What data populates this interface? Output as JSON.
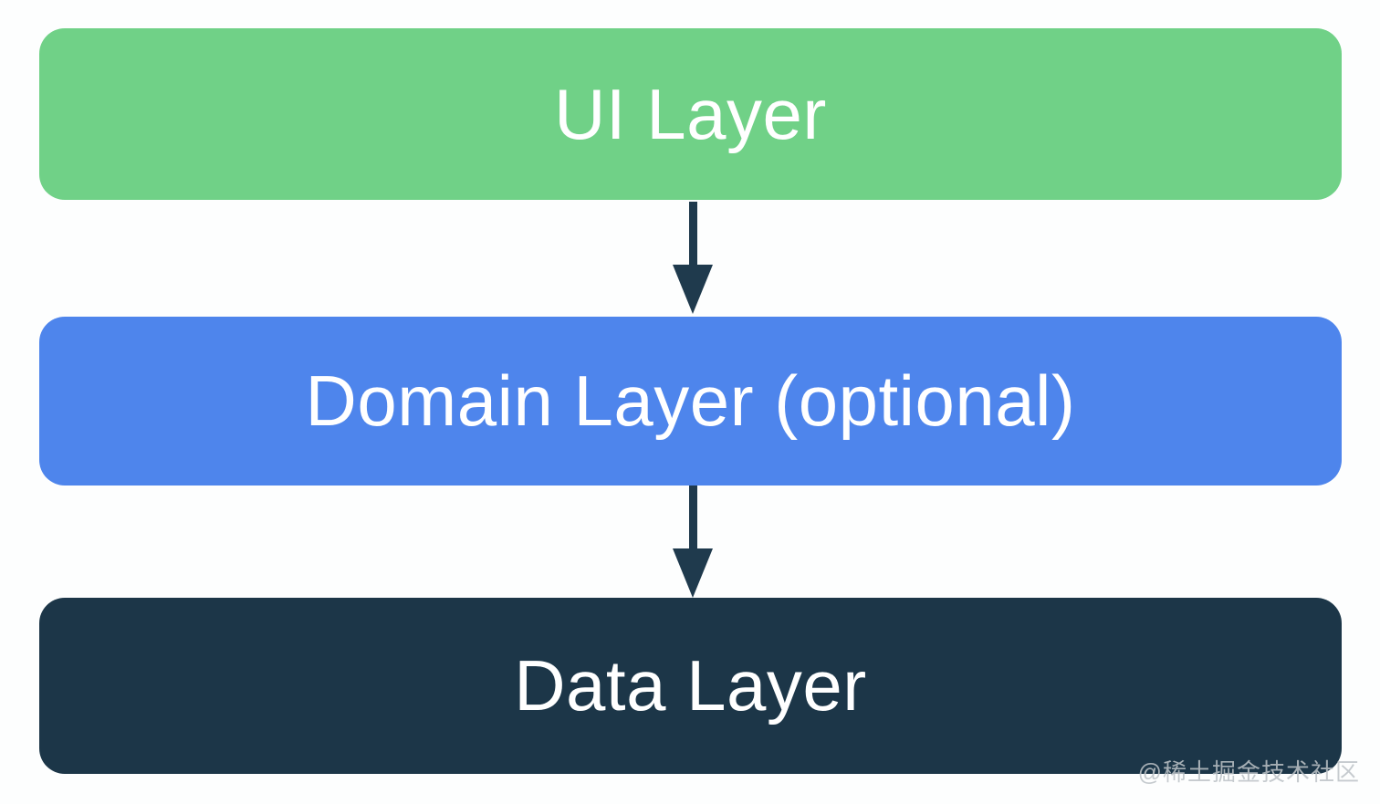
{
  "diagram": {
    "type": "layered-architecture-flow",
    "background_color": "#fdfefe",
    "nodes": [
      {
        "id": "ui-layer",
        "label": "UI Layer",
        "fill": "#70D187",
        "text_color": "#FFFFFF"
      },
      {
        "id": "domain-layer",
        "label": "Domain Layer (optional)",
        "fill": "#4E85EC",
        "text_color": "#FFFFFF"
      },
      {
        "id": "data-layer",
        "label": "Data Layer",
        "fill": "#1C3648",
        "text_color": "#FFFFFF"
      }
    ],
    "arrows": [
      {
        "from": "ui-layer",
        "to": "domain-layer",
        "direction": "down",
        "color": "#1F3A4D"
      },
      {
        "from": "domain-layer",
        "to": "data-layer",
        "direction": "down",
        "color": "#1F3A4D"
      }
    ],
    "watermark": {
      "text": "@稀土掘金技术社区",
      "color": "#BDC3C7"
    }
  }
}
